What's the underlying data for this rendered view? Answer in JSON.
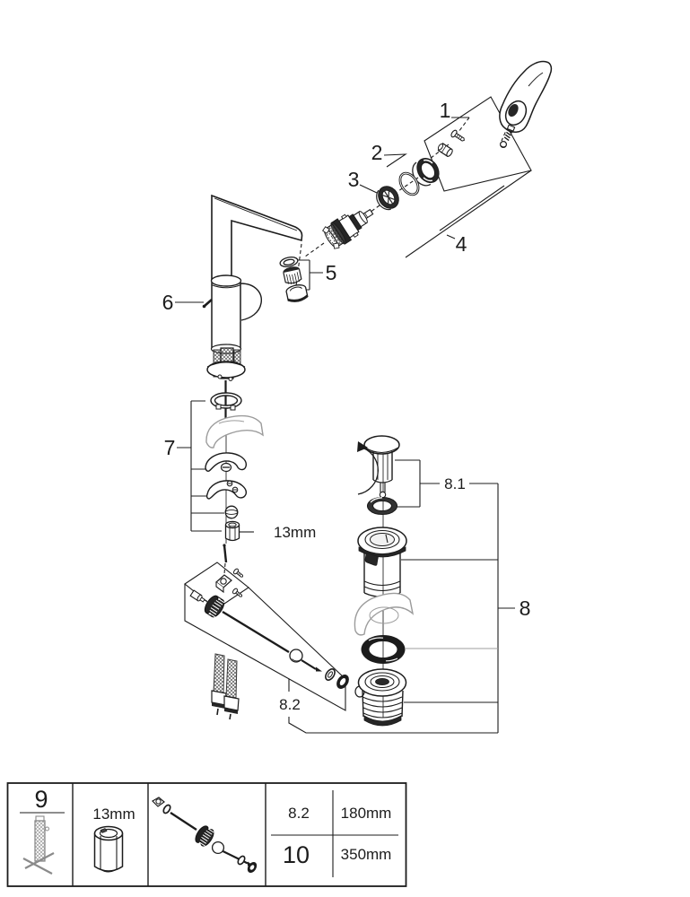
{
  "diagram": {
    "type": "exploded parts diagram",
    "subject": "single-lever basin mixer tap with pop-up waste set",
    "callouts": {
      "n1": "1",
      "n2": "2",
      "n3": "3",
      "n4": "4",
      "n5": "5",
      "n6": "6",
      "n7": "7",
      "n8": "8",
      "n8_1": "8.1",
      "n8_2": "8.2",
      "wrench_size": "13mm"
    }
  },
  "legend_table": {
    "tool_ref": "9",
    "socket_size": "13mm",
    "rows": [
      {
        "ref": "8.2",
        "length": "180mm"
      },
      {
        "ref": "10",
        "length": "350mm"
      }
    ]
  },
  "colors": {
    "line": "#1c1c1c",
    "dark_fill": "#262626",
    "muted_gray": "#9c9c9c",
    "background": "#ffffff"
  }
}
